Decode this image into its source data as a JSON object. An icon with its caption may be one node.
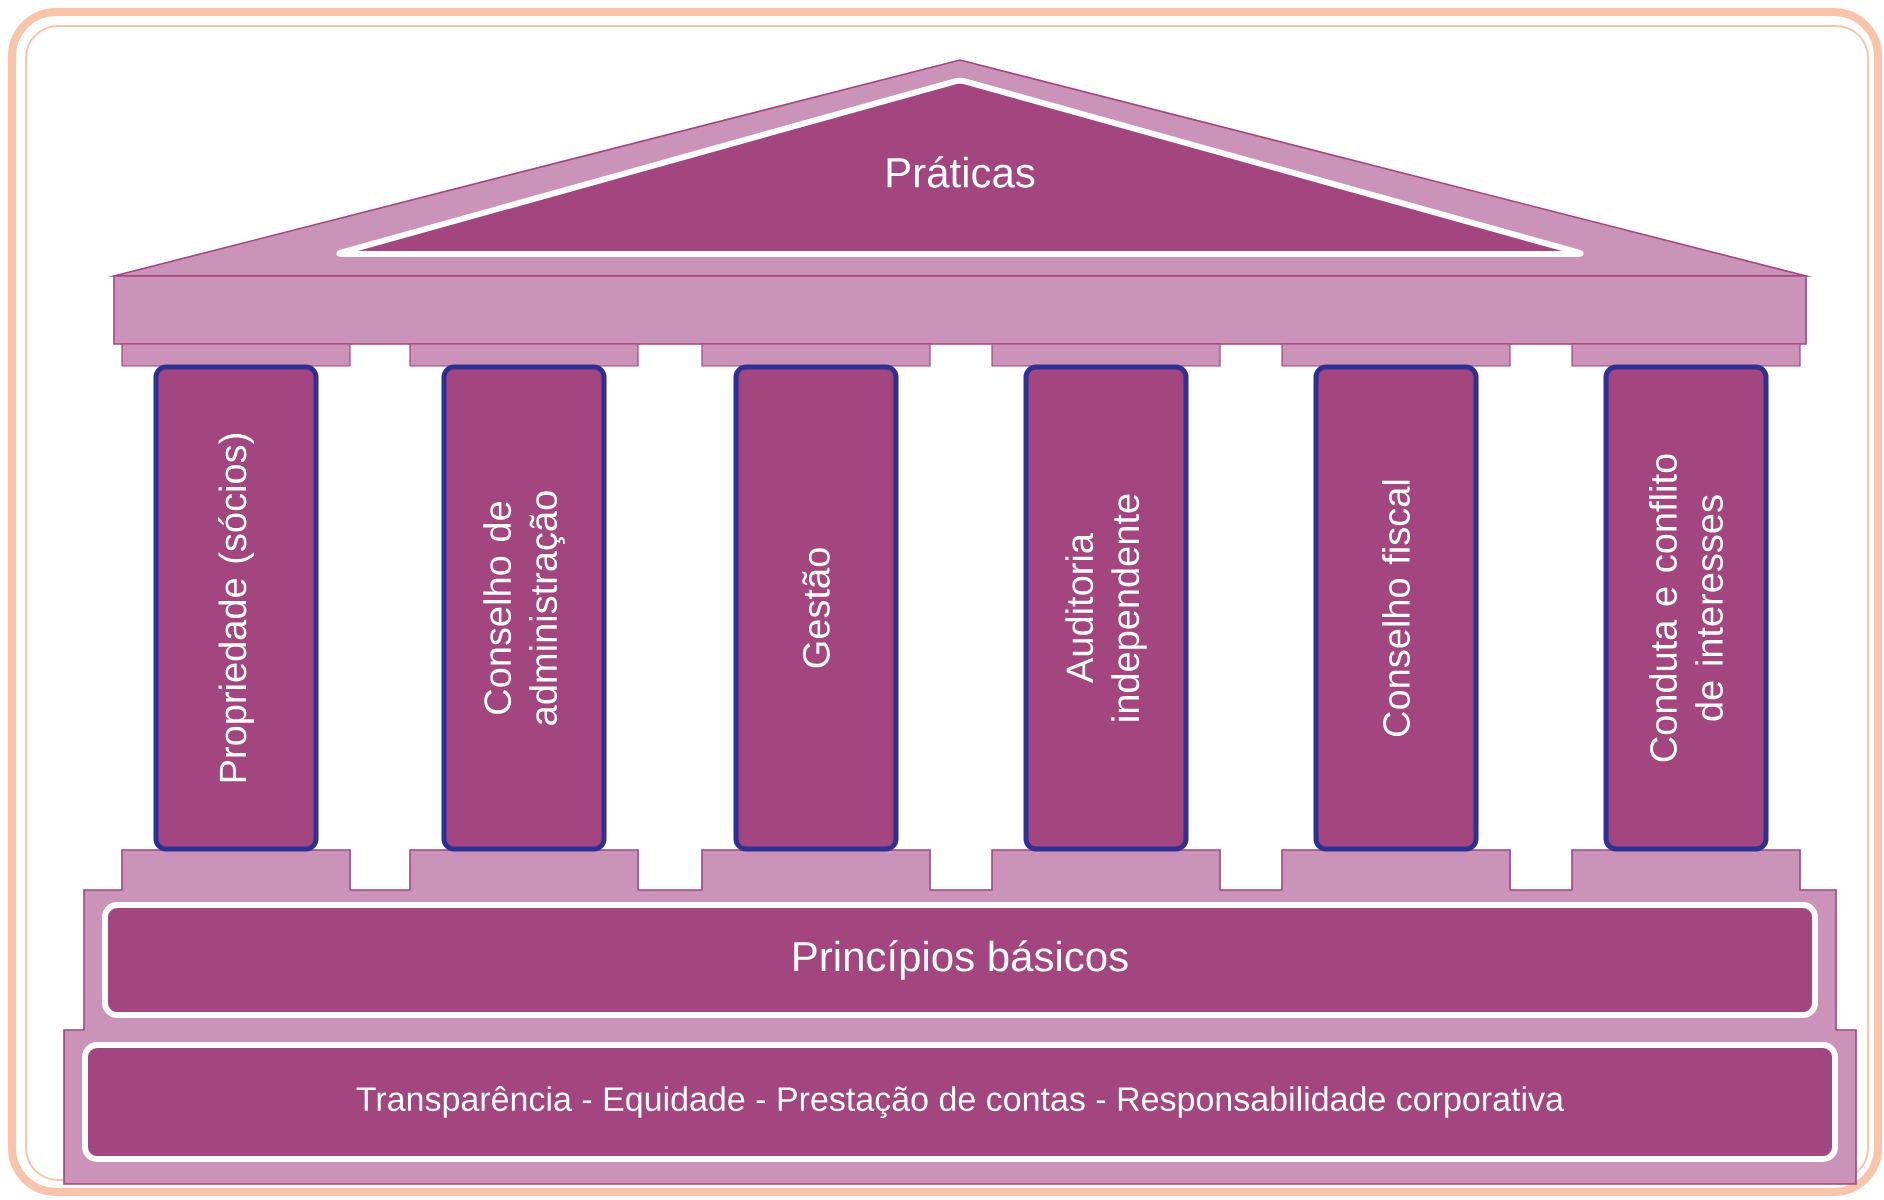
{
  "diagram": {
    "nodes": [
      {
        "text": [
          "Práticas"
        ]
      },
      {
        "text": [
          "Propriedade (sócios)"
        ]
      },
      {
        "text": [
          "Conselho de administração"
        ]
      },
      {
        "text": [
          "Gestão"
        ]
      },
      {
        "text": [
          "Auditoria independente"
        ]
      },
      {
        "text": [
          "Conselho fiscal"
        ]
      },
      {
        "text": [
          "Conduta e conflito de interesses"
        ]
      },
      {
        "text": [
          "Princípios básicos"
        ]
      },
      {
        "text": [
          "Transparência - Equidade - Prestação de contas - Responsabilidade corporativa"
        ]
      }
    ]
  }
}
